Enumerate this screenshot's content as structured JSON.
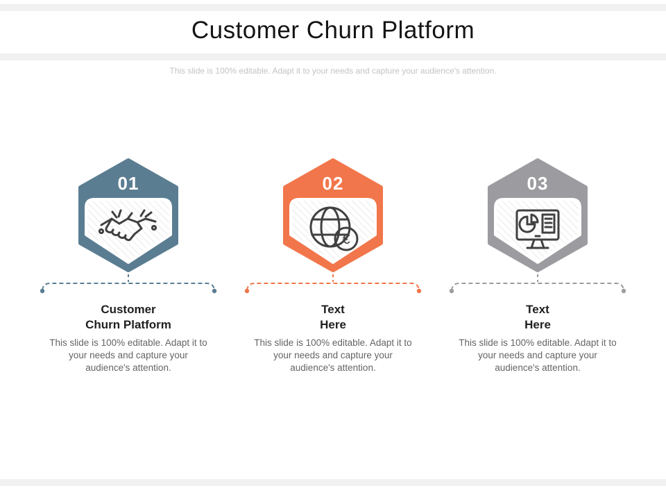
{
  "page": {
    "title": "Customer Churn Platform",
    "subtitle": "This slide is 100% editable. Adapt it to your needs and capture your audience's attention."
  },
  "colors": {
    "accent_slate": "#5b7d92",
    "accent_orange": "#f2764b",
    "accent_gray": "#9c9ca0",
    "icon_stroke": "#404040",
    "hatch": "#e9e9e9",
    "band": "#f1f1f2",
    "title_text": "#141414",
    "subtitle_text": "#c3c3c4",
    "heading_text": "#1f1f1f",
    "body_text": "#646464"
  },
  "columns": [
    {
      "number": "01",
      "accent": "#5b7d92",
      "icon": "handshake-icon",
      "heading": "Customer\nChurn Platform",
      "body": "This slide is 100% editable. Adapt it to your needs and capture your audience's attention."
    },
    {
      "number": "02",
      "accent": "#f2764b",
      "icon": "globe-euro-icon",
      "heading": "Text\nHere",
      "body": "This slide is 100% editable. Adapt it to your needs and capture your audience's attention."
    },
    {
      "number": "03",
      "accent": "#9c9ca0",
      "icon": "monitor-pie-chart-icon",
      "heading": "Text\nHere",
      "body": "This slide is 100% editable. Adapt it to your needs and capture your audience's attention."
    }
  ]
}
